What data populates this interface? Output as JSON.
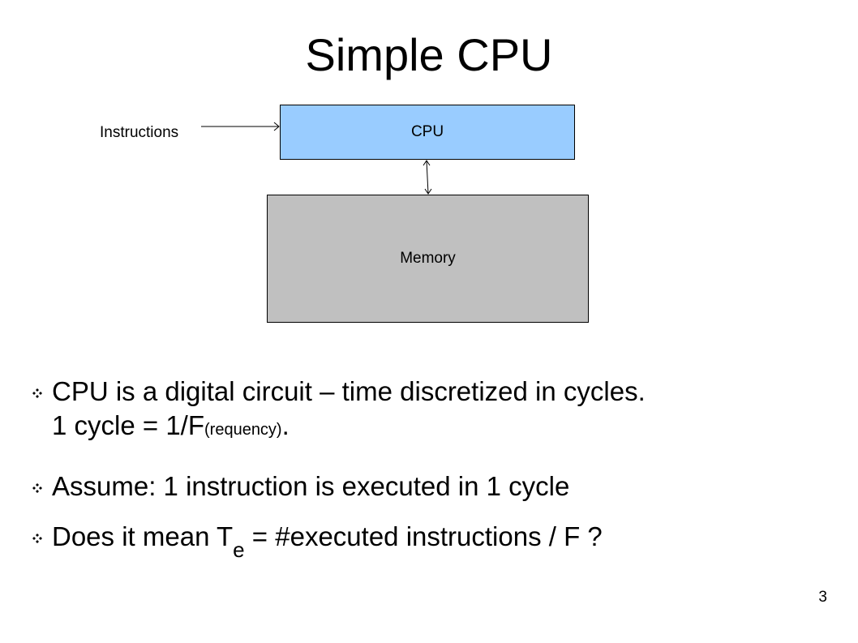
{
  "slide": {
    "title": "Simple CPU",
    "page_number": "3"
  },
  "diagram": {
    "instructions_label": "Instructions",
    "cpu_label": "CPU",
    "memory_label": "Memory",
    "colors": {
      "cpu_fill": "#99ccff",
      "memory_fill": "#c0c0c0",
      "stroke": "#000000"
    }
  },
  "bullets": {
    "b1_line1": "CPU is a digital circuit – time discretized in cycles.",
    "b1_line2_prefix": "1 cycle = 1/F",
    "b1_line2_sub": "(requency)",
    "b1_line2_suffix": ".",
    "b2": "Assume: 1 instruction is executed in 1 cycle",
    "b3_prefix": "Does it mean T",
    "b3_sub": "e",
    "b3_suffix": " = #executed instructions / F ?",
    "marker_icon": "diamond-cluster-icon"
  }
}
